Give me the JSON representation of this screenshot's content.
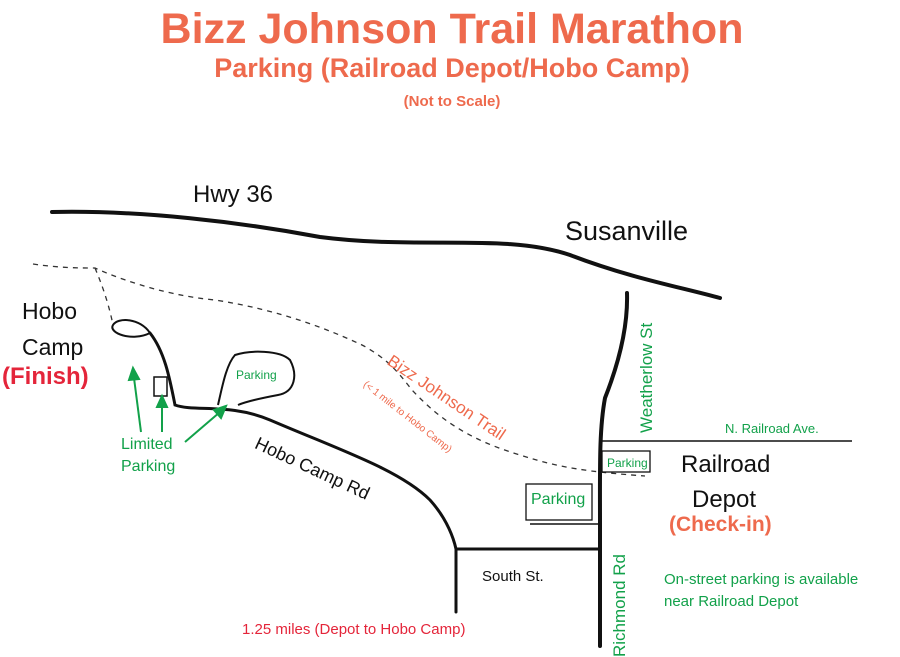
{
  "header": {
    "title": "Bizz Johnson Trail Marathon",
    "subtitle": "Parking (Railroad Depot/Hobo Camp)",
    "scale_note": "(Not to Scale)"
  },
  "map": {
    "roads": {
      "hwy": "Hwy 36",
      "town": "Susanville",
      "weatherlow": "Weatherlow St",
      "railroad_ave": "N. Railroad Ave.",
      "richmond": "Richmond Rd",
      "hobo_camp_rd": "Hobo Camp Rd",
      "south_st": "South St."
    },
    "trail": {
      "name": "Bizz Johnson Trail",
      "note": "(< 1 mile to Hobo Camp)"
    },
    "places": {
      "hobo_line1": "Hobo",
      "hobo_line2": "Camp",
      "finish": "(Finish)",
      "depot_line1": "Railroad",
      "depot_line2": "Depot",
      "checkin": "(Check-in)"
    },
    "parking": {
      "lot_hobo": "Parking",
      "limited_line1": "Limited",
      "limited_line2": "Parking",
      "lot_depot_small": "Parking",
      "lot_depot_large": "Parking",
      "onstreet_line1": "On-street parking is available",
      "onstreet_line2": "near Railroad Depot"
    },
    "distance_note": "1.25 miles (Depot to Hobo Camp)"
  },
  "colors": {
    "title": "#ee6a4d",
    "roads": "#111111",
    "parking": "#12a14a",
    "trail_label": "#ee6a4d",
    "finish": "#e4253a"
  }
}
